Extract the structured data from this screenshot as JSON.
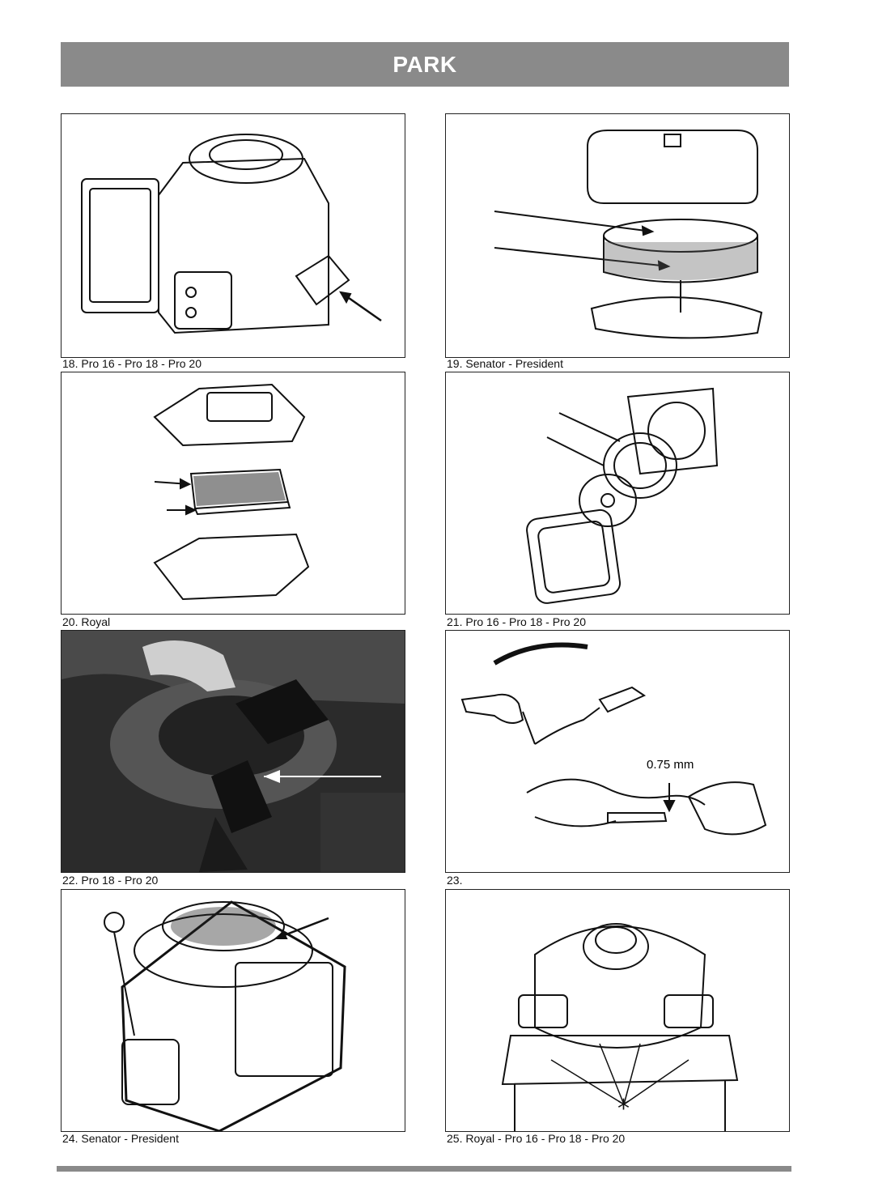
{
  "header": {
    "title": "PARK"
  },
  "figures": [
    {
      "caption": "18. Pro 16 - Pro 18 - Pro 20",
      "icon": "engine-air-intake-illustration"
    },
    {
      "caption": "19. Senator - President",
      "icon": "air-filter-exploded-illustration"
    },
    {
      "caption": "20. Royal",
      "icon": "air-filter-cartridge-illustration"
    },
    {
      "caption": "21. Pro 16 - Pro 18 - Pro 20",
      "icon": "round-air-filter-illustration"
    },
    {
      "caption": "22. Pro 18 - Pro 20",
      "icon": "engine-photo"
    },
    {
      "caption": "23.",
      "icon": "spark-plug-gap-illustration",
      "measurement": "0.75 mm"
    },
    {
      "caption": "24. Senator - President",
      "icon": "engine-cooling-fins-illustration"
    },
    {
      "caption": "25. Royal - Pro 16 - Pro 18 - Pro 20",
      "icon": "engine-flywheel-illustration"
    }
  ]
}
